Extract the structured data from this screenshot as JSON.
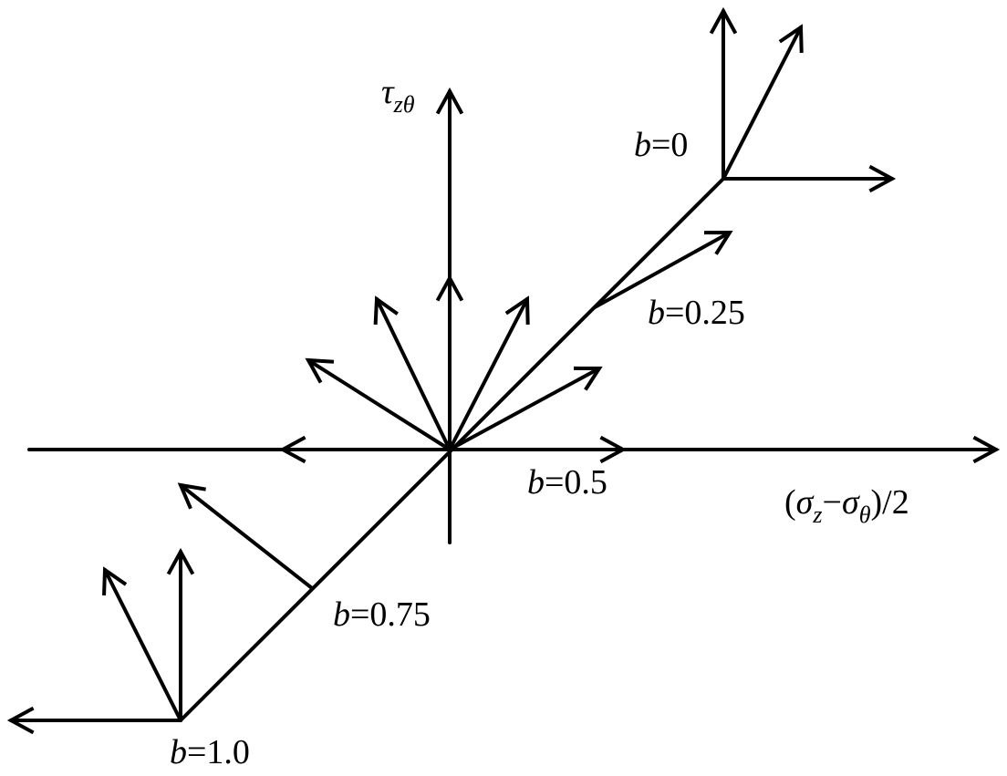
{
  "diagram": {
    "y_axis_label": {
      "symbol": "τ",
      "subscript": "zθ"
    },
    "x_axis_label": {
      "open": "(",
      "s1": "σ",
      "s1_sub": "z",
      "minus": "−",
      "s2": "σ",
      "s2_sub": "θ",
      "close": ")/2"
    },
    "labels": [
      {
        "var": "b",
        "value": "=0"
      },
      {
        "var": "b",
        "value": "=0.25"
      },
      {
        "var": "b",
        "value": "=0.5"
      },
      {
        "var": "b",
        "value": "=0.75"
      },
      {
        "var": "b",
        "value": "=1.0"
      }
    ],
    "stroke_color": "#000000"
  }
}
